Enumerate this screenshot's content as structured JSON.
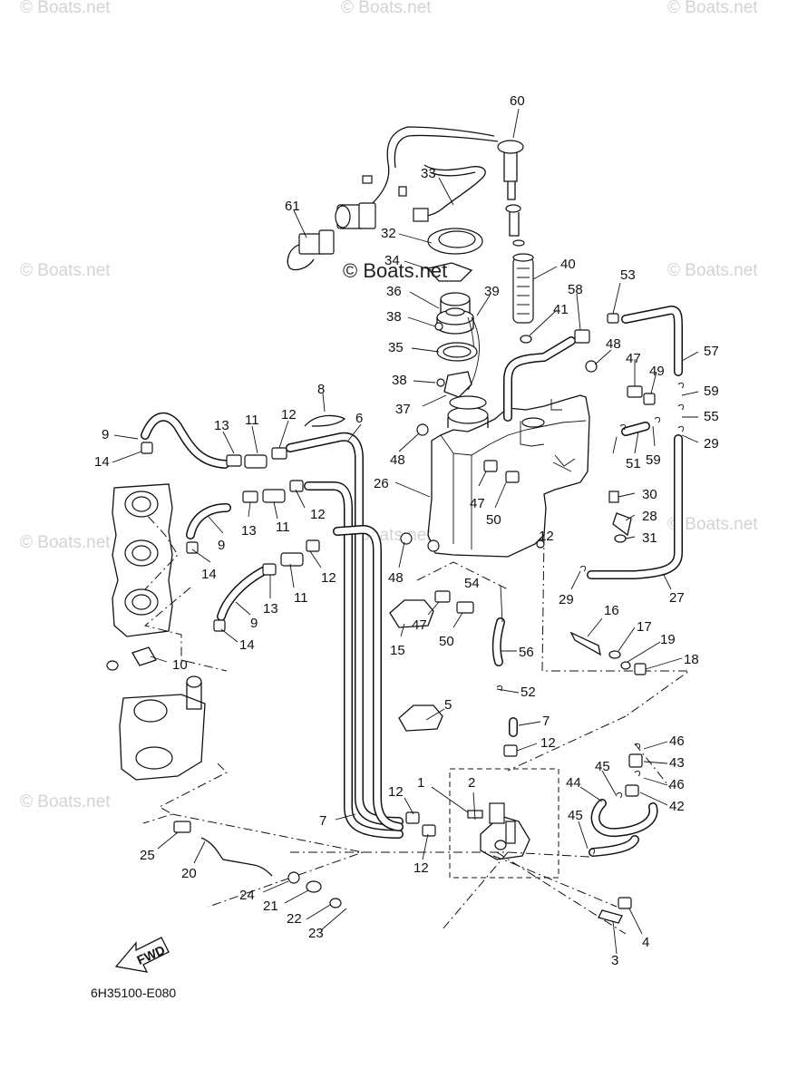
{
  "watermarks": [
    "© Boats.net",
    "© Boats.net",
    "© Boats.net",
    "© Boats.net",
    "© Boats.net",
    "© Boats.net",
    "© Boats.net",
    "© Boats.net",
    "© Boats.net"
  ],
  "center_watermark": "© Boats.net",
  "diagram_code": "6H35100-E080",
  "fwd_label": "FWD",
  "part_labels": [
    "60",
    "33",
    "61",
    "32",
    "34",
    "40",
    "36",
    "39",
    "38",
    "53",
    "58",
    "41",
    "35",
    "48",
    "57",
    "38",
    "47",
    "49",
    "37",
    "8",
    "6",
    "9",
    "13",
    "11",
    "12",
    "59",
    "55",
    "29",
    "14",
    "48",
    "47",
    "51",
    "59",
    "26",
    "30",
    "28",
    "50",
    "9",
    "13",
    "11",
    "12",
    "14",
    "31",
    "29",
    "27",
    "48",
    "12",
    "13",
    "11",
    "9",
    "12",
    "54",
    "47",
    "15",
    "16",
    "14",
    "50",
    "17",
    "19",
    "10",
    "18",
    "56",
    "5",
    "52",
    "7",
    "46",
    "12",
    "43",
    "1",
    "2",
    "45",
    "44",
    "46",
    "12",
    "42",
    "7",
    "45",
    "25",
    "12",
    "20",
    "24",
    "21",
    "4",
    "22",
    "23",
    "3"
  ]
}
